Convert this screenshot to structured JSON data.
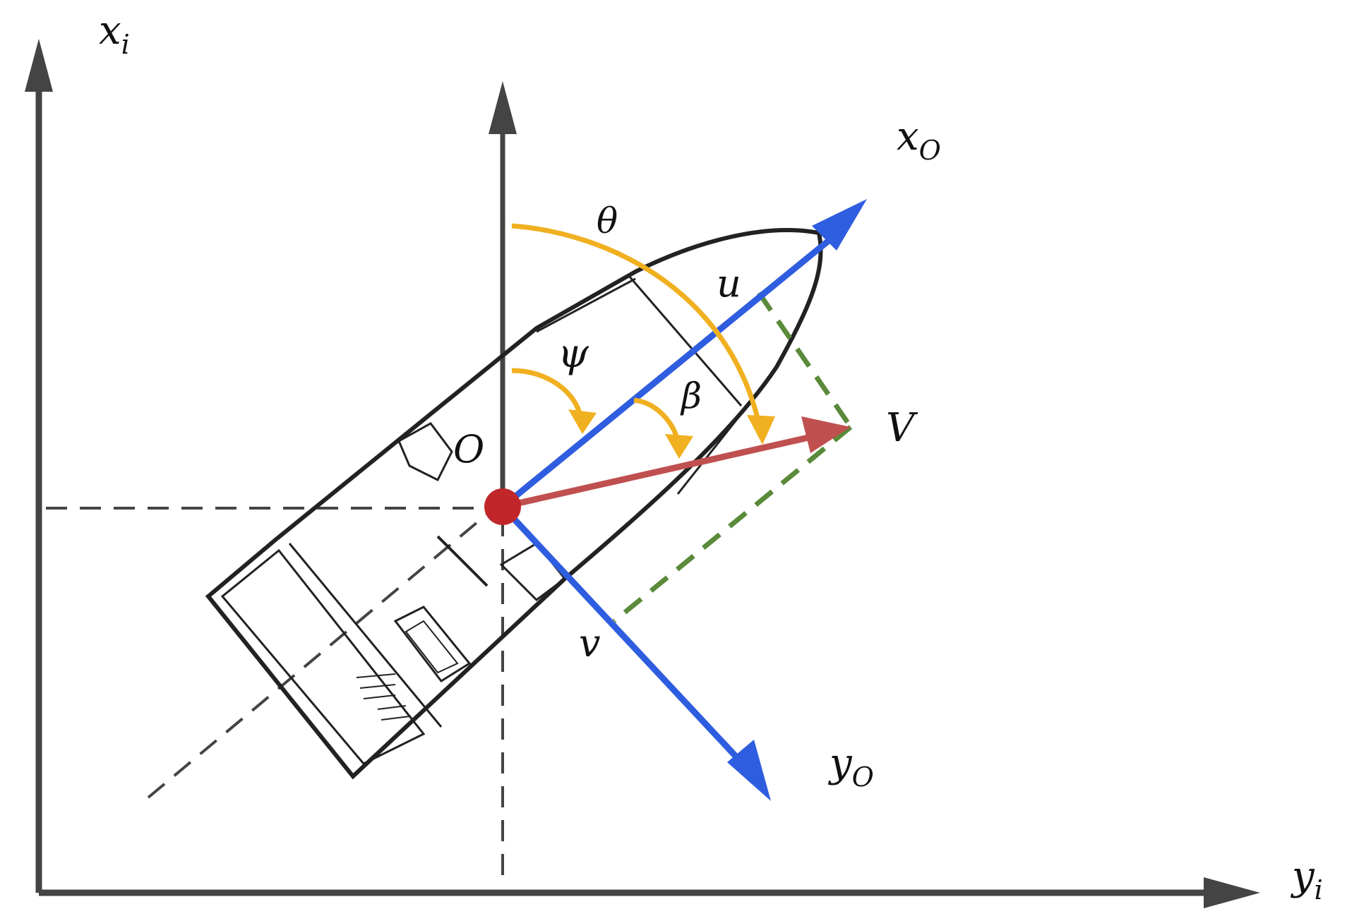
{
  "labels": {
    "xi": "x",
    "xi_sub": "i",
    "yi": "y",
    "yi_sub": "i",
    "xo": "x",
    "xo_sub": "O",
    "yo": "y",
    "yo_sub": "O",
    "origin": "O",
    "theta": "θ",
    "psi": "ψ",
    "beta": "β",
    "u": "u",
    "v": "v",
    "V": "V"
  },
  "colors": {
    "inertial_axes": "#444444",
    "body_axes": "#2f5de0",
    "velocity": "#c05050",
    "angle_arcs": "#f0b020",
    "projections": "#5a8a3a",
    "origin_dot": "#c0262a",
    "boat": "#222222"
  }
}
